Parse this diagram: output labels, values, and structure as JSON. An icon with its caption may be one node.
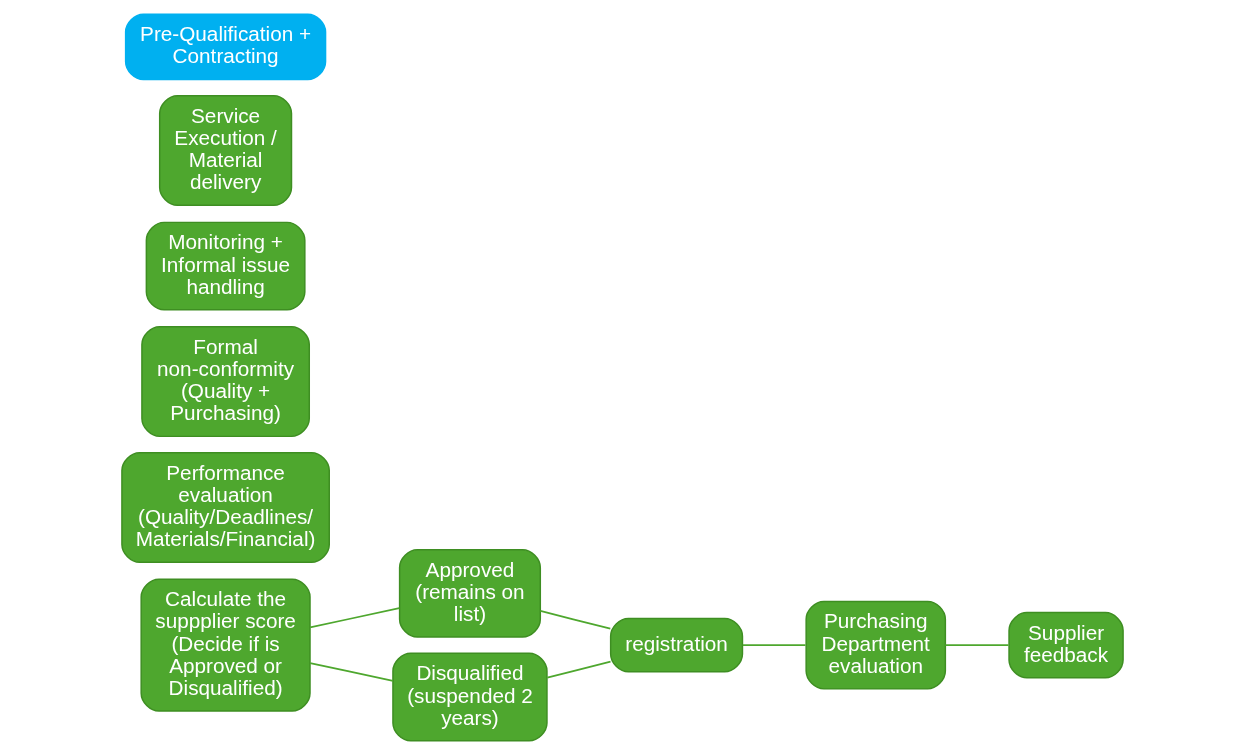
{
  "diagram": {
    "nodes": [
      {
        "text": [
          "Pre-Qualification + Contracting"
        ]
      },
      {
        "text": [
          "Service Execution / Material delivery"
        ]
      },
      {
        "text": [
          "Monitoring + Informal issue handling"
        ]
      },
      {
        "text": [
          "Formal non-conformity (Quality + Purchasing)"
        ]
      },
      {
        "text": [
          "Performance evaluation (Quality/Deadlines/ Materials/Financial)"
        ]
      },
      {
        "text": [
          "Calculate the suppplier score (Decide if is Approved or Disqualified)"
        ]
      },
      {
        "text": [
          "Approved (remains on list)"
        ]
      },
      {
        "text": [
          "Disqualified (suspended 2 years)"
        ]
      },
      {
        "text": [
          "registration"
        ]
      },
      {
        "text": [
          "Purchasing Department evaluation"
        ]
      },
      {
        "text": [
          "Supplier feedback"
        ]
      }
    ],
    "edges": [
      {
        "from": 5,
        "to": 6,
        "arrow": "none"
      },
      {
        "from": 5,
        "to": 7,
        "arrow": "none"
      },
      {
        "from": 6,
        "to": 8,
        "arrow": "none"
      },
      {
        "from": 7,
        "to": 8,
        "arrow": "none"
      },
      {
        "from": 8,
        "to": 9,
        "arrow": "none"
      },
      {
        "from": 9,
        "to": 10,
        "arrow": "none"
      }
    ]
  }
}
